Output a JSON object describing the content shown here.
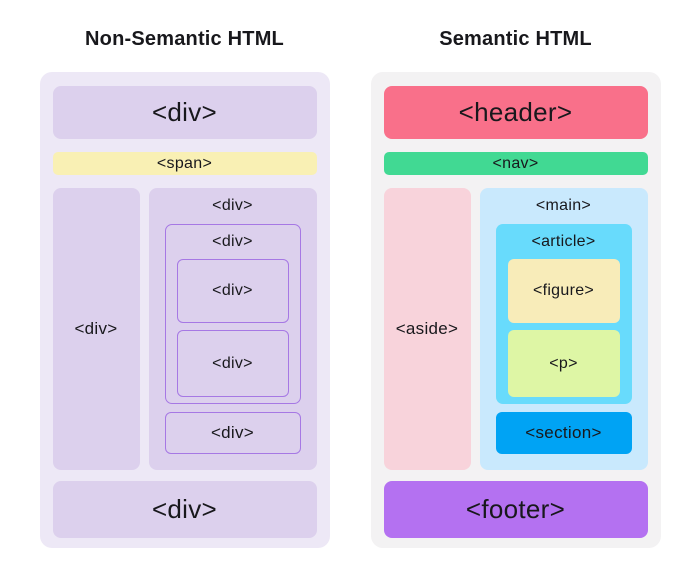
{
  "colors": {
    "panel-left-bg": "#ede8f6",
    "panel-right-bg": "#f3f2f3",
    "lavender": "#dcd0ed",
    "span-yellow": "#f9f0b4",
    "purple-border": "#a678e4",
    "header-red": "#f9708a",
    "nav-green": "#41d993",
    "aside-pink": "#f8d3db",
    "main-blue": "#c9e9fd",
    "article-blue": "#68dbfc",
    "figure-yellow": "#f8ecb9",
    "p-green": "#def6a5",
    "section-blue": "#00a3f4",
    "footer-purple": "#b471f1"
  },
  "panels": {
    "left": {
      "title": "Non-Semantic HTML",
      "top": "<div>",
      "bar": "<span>",
      "side": "<div>",
      "col": "<div>",
      "wrapper": "<div>",
      "inner1": "<div>",
      "inner2": "<div>",
      "lower": "<div>",
      "bottom": "<div>"
    },
    "right": {
      "title": "Semantic HTML",
      "top": "<header>",
      "bar": "<nav>",
      "side": "<aside>",
      "col": "<main>",
      "wrapper": "<article>",
      "inner1": "<figure>",
      "inner2": "<p>",
      "lower": "<section>",
      "bottom": "<footer>"
    }
  }
}
